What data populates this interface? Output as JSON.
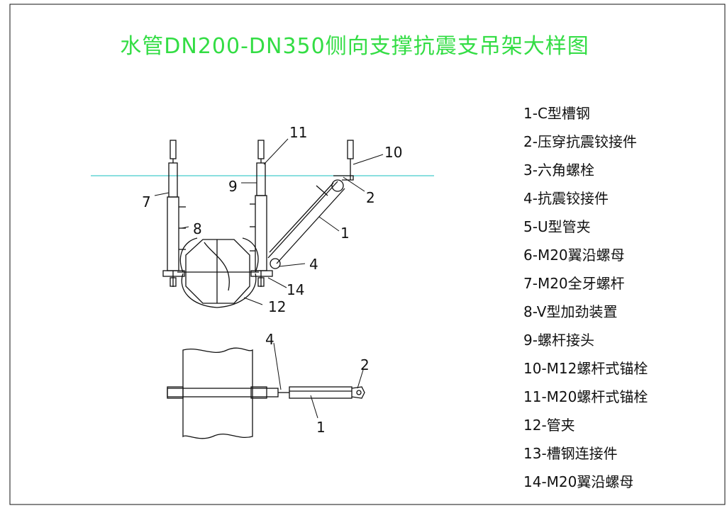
{
  "drawing": {
    "title": "水管DN200-DN350侧向支撑抗震支吊架大样图",
    "title_color": "#33dd44",
    "guide_line_color": "#44cccc",
    "line_color": "#111111"
  },
  "callouts": {
    "c1": "1",
    "c2": "2",
    "c4": "4",
    "c7": "7",
    "c8": "8",
    "c9": "9",
    "c10": "10",
    "c11": "11",
    "c12": "12",
    "c14": "14"
  },
  "legend": [
    "1-C型槽钢",
    "2-压穿抗震铰接件",
    "3-六角螺栓",
    "4-抗震铰接件",
    "5-U型管夹",
    "6-M20翼沿螺母",
    "7-M20全牙螺杆",
    "8-V型加劲装置",
    "9-螺杆接头",
    "10-M12螺杆式锚栓",
    "11-M20螺杆式锚栓",
    "12-管夹",
    "13-槽钢连接件",
    "14-M20翼沿螺母"
  ]
}
